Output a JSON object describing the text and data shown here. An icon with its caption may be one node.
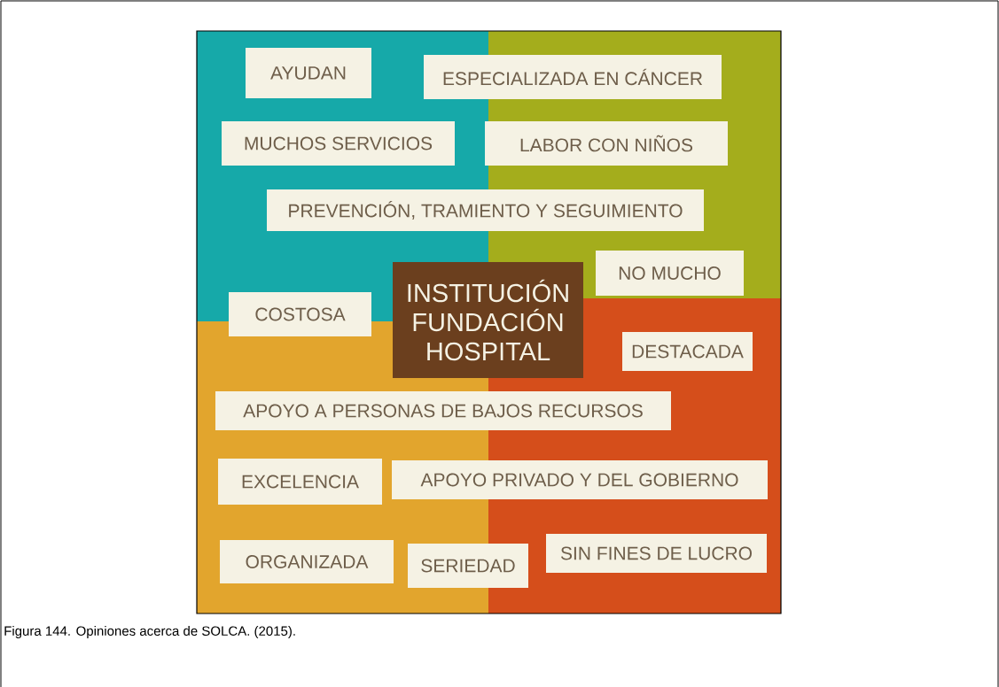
{
  "diagram": {
    "caption": "Figura 144. Opiniones acerca de SOLCA. (2015).",
    "nodes": [
      {
        "text": [
          "AYUDAN"
        ]
      },
      {
        "text": [
          "ESPECIALIZADA EN CÁNCER"
        ]
      },
      {
        "text": [
          "MUCHOS SERVICIOS"
        ]
      },
      {
        "text": [
          "LABOR CON NIÑOS"
        ]
      },
      {
        "text": [
          "PREVENCIÓN, TRAMIENTO Y SEGUIMIENTO"
        ]
      },
      {
        "text": [
          "NO MUCHO"
        ]
      },
      {
        "text": [
          "INSTITUCIÓN FUNDACIÓN HOSPITAL"
        ]
      },
      {
        "text": [
          "COSTOSA"
        ]
      },
      {
        "text": [
          "DESTACADA"
        ]
      },
      {
        "text": [
          "APOYO A PERSONAS DE BAJOS RECURSOS"
        ]
      },
      {
        "text": [
          "EXCELENCIA"
        ]
      },
      {
        "text": [
          "APOYO PRIVADO Y DEL GOBIERNO"
        ]
      },
      {
        "text": [
          "SIN FINES DE LUCRO"
        ]
      },
      {
        "text": [
          "ORGANIZADA"
        ]
      },
      {
        "text": [
          "SERIEDAD"
        ]
      }
    ]
  }
}
